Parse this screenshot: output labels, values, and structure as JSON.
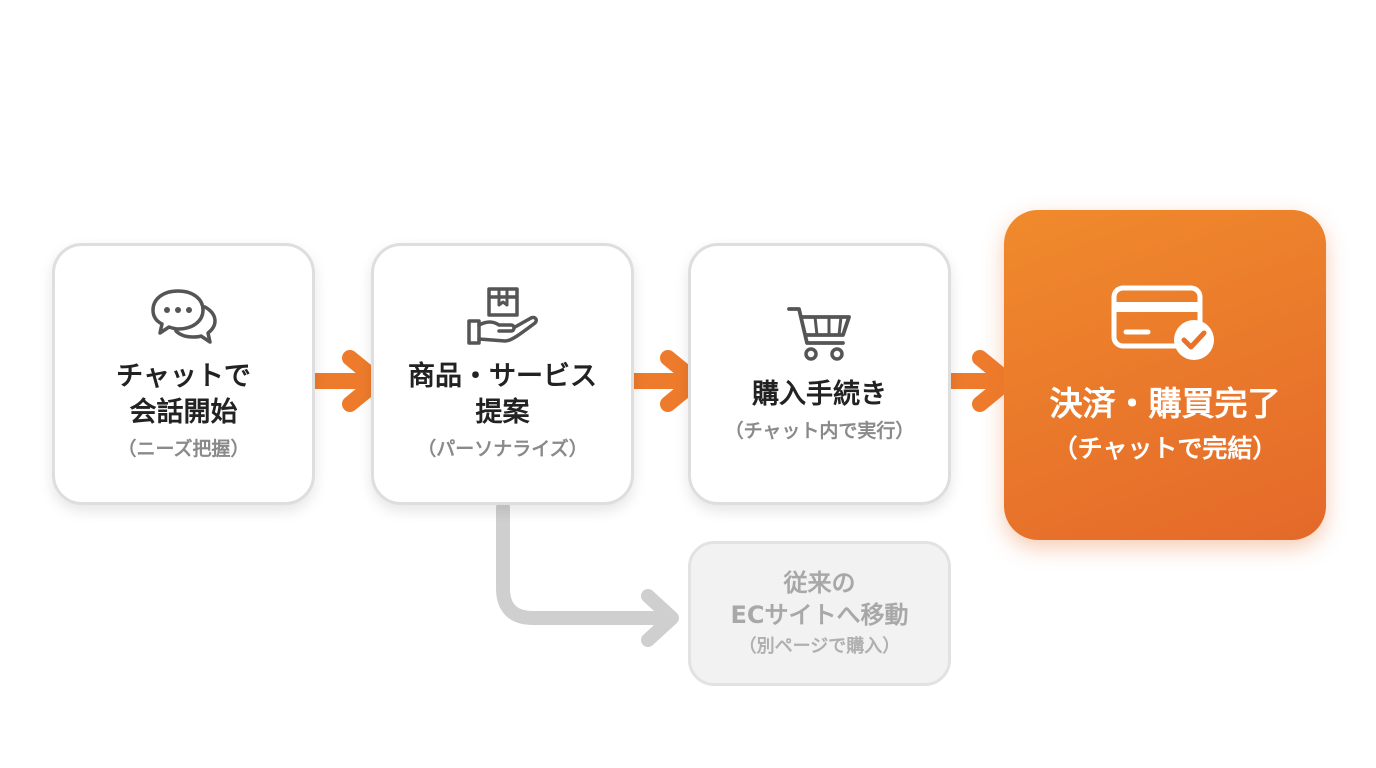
{
  "steps": [
    {
      "title": "チャットで\n会話開始",
      "subtitle": "（ニーズ把握）",
      "icon": "chat-bubbles-icon"
    },
    {
      "title": "商品・サービス\n提案",
      "subtitle": "（パーソナライズ）",
      "icon": "box-in-hand-icon"
    },
    {
      "title": "購入手続き",
      "subtitle": "（チャット内で実行）",
      "icon": "shopping-cart-icon"
    },
    {
      "title": "決済・購買完了",
      "subtitle": "（チャットで完結）",
      "icon": "credit-card-check-icon"
    }
  ],
  "alternative": {
    "title": "従来の\nECサイトへ移動",
    "subtitle": "（別ページで購入）"
  },
  "colors": {
    "accent": "#ee7b2c",
    "accent_dark": "#e4692a",
    "card_border": "#dedede",
    "muted_path": "#cccccc",
    "text": "#222222",
    "subtext": "#8a8a8a"
  }
}
